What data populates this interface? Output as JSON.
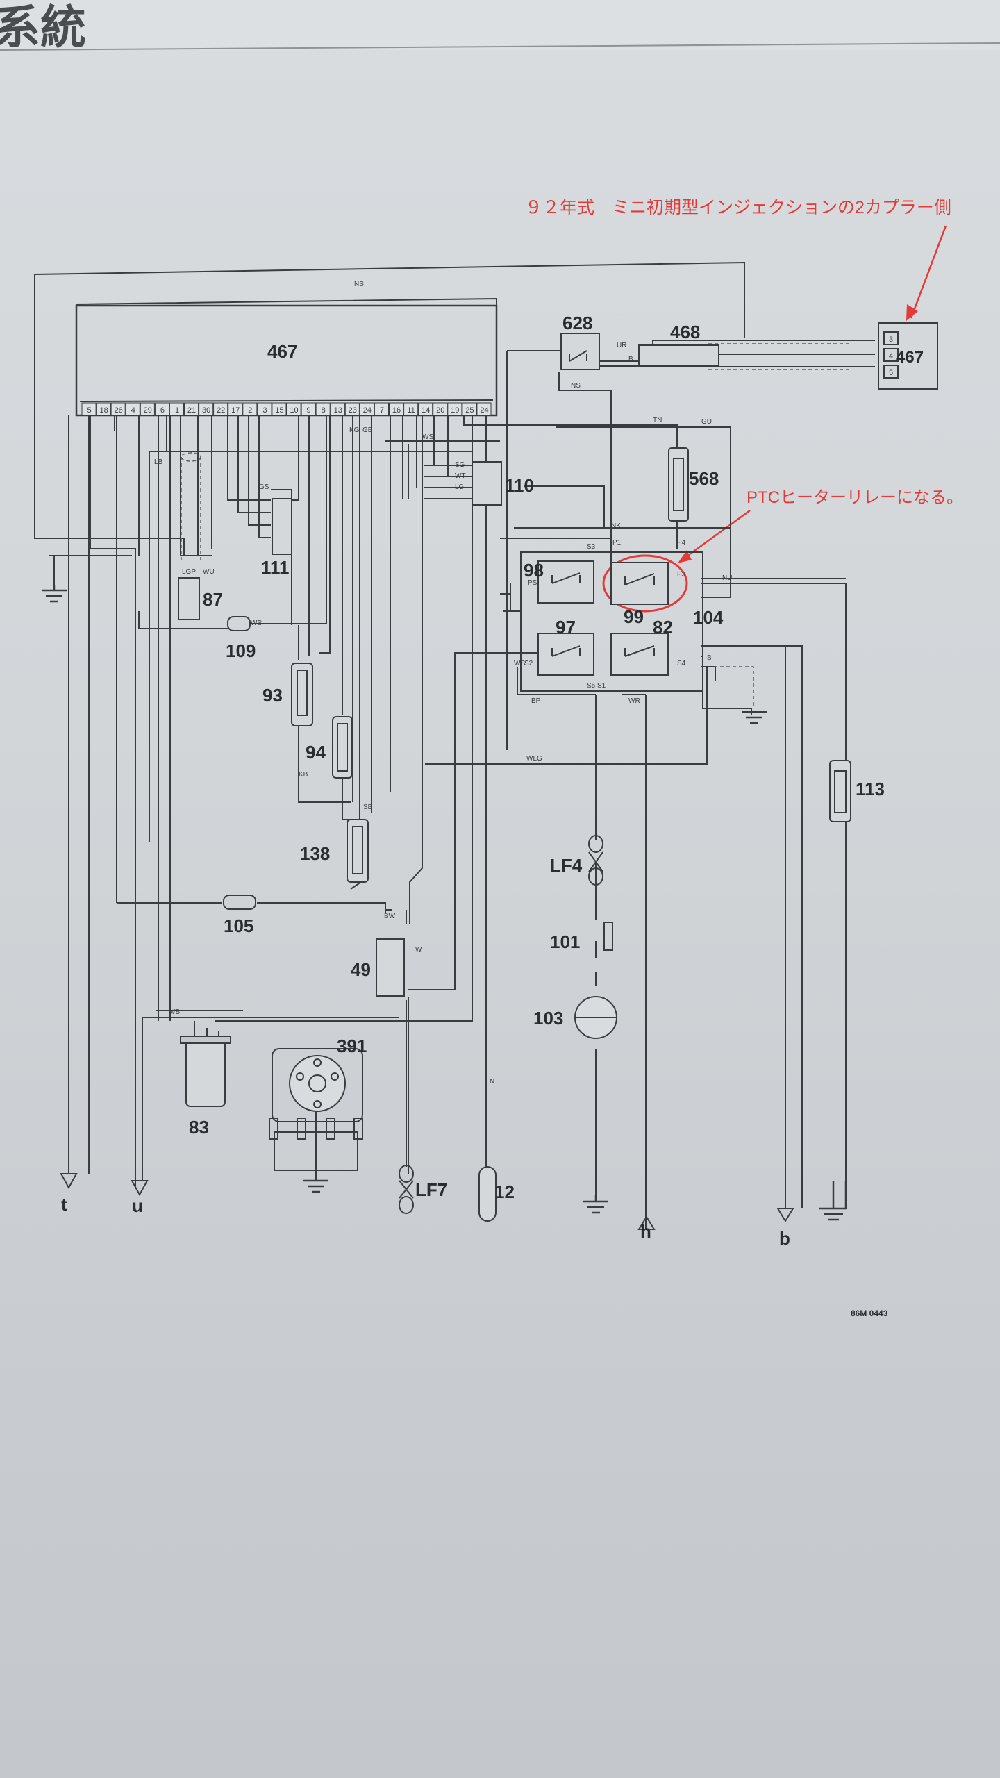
{
  "header": {
    "title_fragment": "系統"
  },
  "annotations": {
    "top_note": "９２年式　ミニ初期型インジェクションの2カプラー側",
    "ptc_note": "PTCヒーターリレーになる。"
  },
  "colors": {
    "annotation": "#e33a3a",
    "line": "#3a3d40"
  },
  "components": {
    "c467": "467",
    "c467b": "467",
    "c628": "628",
    "c468": "468",
    "c568": "568",
    "c110": "110",
    "c111": "111",
    "c87": "87",
    "c109": "109",
    "c93": "93",
    "c94": "94",
    "c138": "138",
    "c105": "105",
    "c49": "49",
    "c98": "98",
    "c99": "99",
    "c97": "97",
    "c82": "82",
    "c104": "104",
    "c113": "113",
    "cLF4": "LF4",
    "c101": "101",
    "c103": "103",
    "c391": "391",
    "c83": "83",
    "cLF7": "LF7",
    "c12": "12"
  },
  "terminals": {
    "t": "t",
    "u": "u",
    "h": "h",
    "b": "b"
  },
  "ecu_pins": [
    "5",
    "18",
    "26",
    "4",
    "29",
    "6",
    "1",
    "21",
    "30",
    "22",
    "17",
    "2",
    "3",
    "15",
    "10",
    "9",
    "8",
    "13",
    "23",
    "24",
    "7",
    "16",
    "11",
    "14",
    "20",
    "19",
    "25",
    "24"
  ],
  "coupler_pins": [
    "3",
    "4",
    "5"
  ],
  "wire_labels": {
    "ns_top": "NS",
    "ur": "UR",
    "b1": "B",
    "ns2": "NS",
    "tn": "TN",
    "gu": "GU",
    "ws": "WS",
    "kg": "KG",
    "gb": "GB",
    "sg": "SG",
    "wt": "WT",
    "lg": "LG",
    "gs": "GS",
    "lb": "LB",
    "wu": "WU",
    "lgp": "LGP",
    "kb": "KB",
    "sb": "SB",
    "nk": "NK",
    "ps": "PS",
    "s3": "S3",
    "s5": "S5",
    "ws2": "WS",
    "bp": "BP",
    "wlg": "WLG",
    "bw": "BW",
    "w": "W",
    "wr": "WR",
    "wb": "WB",
    "n": "N",
    "nu": "NU",
    "b2": "B",
    "p1": "P1",
    "p4": "P4",
    "p3": "P3",
    "s1": "S1",
    "s2": "S2",
    "s4": "S4",
    "ws3": "WS"
  },
  "doc_code": "86M 0443"
}
